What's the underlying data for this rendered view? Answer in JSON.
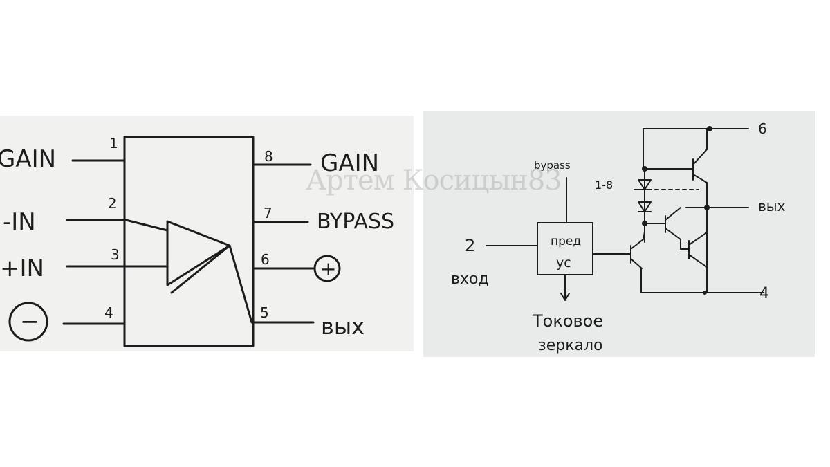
{
  "left": {
    "pins": {
      "p1": "1",
      "p2": "2",
      "p3": "3",
      "p4": "4",
      "p5": "5",
      "p6": "6",
      "p7": "7",
      "p8": "8"
    },
    "labels": {
      "gain_left": "GAIN",
      "minus_in": "-IN",
      "plus_in": "+IN",
      "minus_symbol": "−",
      "gain_right": "GAIN",
      "bypass": "BYPASS",
      "plus_symbol": "+",
      "out": "вых"
    }
  },
  "right": {
    "labels": {
      "bypass": "bypass",
      "pin18": "1-8",
      "pin6": "6",
      "pin2": "2",
      "vhod": "вход",
      "preamp_line1": "пред",
      "preamp_line2": "ус",
      "current_mirror_line1": "Токовое",
      "current_mirror_line2": "зеркало",
      "out": "вых",
      "pin4": "4"
    }
  },
  "watermark": "Артем Косицын83"
}
